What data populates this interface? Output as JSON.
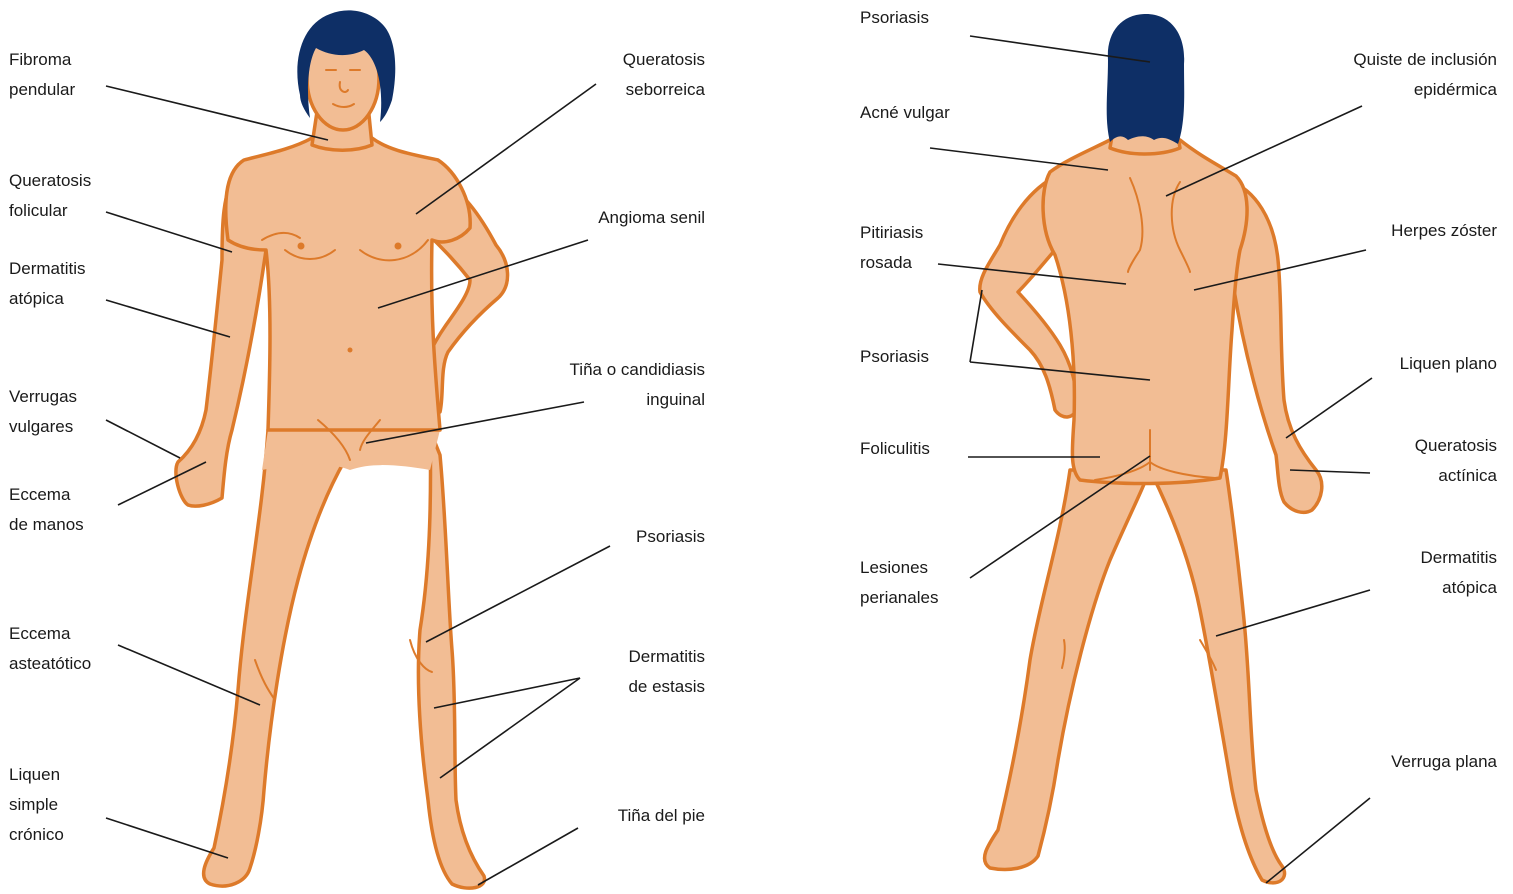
{
  "colors": {
    "skin": "#f2bd94",
    "outline": "#dd7a2a",
    "hair": "#0e2f66",
    "leader": "#1a1a1a"
  },
  "front": {
    "labels": [
      {
        "id": "fibroma",
        "lines": [
          "Fibroma",
          "pendular"
        ]
      },
      {
        "id": "queratosis-folicular",
        "lines": [
          "Queratosis",
          "folicular"
        ]
      },
      {
        "id": "dermatitis-atopica",
        "lines": [
          "Dermatitis",
          "atópica"
        ]
      },
      {
        "id": "verrugas",
        "lines": [
          "Verrugas",
          "vulgares"
        ]
      },
      {
        "id": "eccema-manos",
        "lines": [
          "Eccema",
          "de manos"
        ]
      },
      {
        "id": "eccema-asteatotico",
        "lines": [
          "Eccema",
          "asteatótico"
        ]
      },
      {
        "id": "liquen-simple",
        "lines": [
          "Liquen",
          "simple",
          "crónico"
        ]
      },
      {
        "id": "queratosis-seborreica",
        "lines": [
          "Queratosis",
          "seborreica"
        ]
      },
      {
        "id": "angioma",
        "lines": [
          "Angioma senil"
        ]
      },
      {
        "id": "tina-inguinal",
        "lines": [
          "Tiña o candidiasis",
          "inguinal"
        ]
      },
      {
        "id": "psoriasis",
        "lines": [
          "Psoriasis"
        ]
      },
      {
        "id": "dermatitis-estasis",
        "lines": [
          "Dermatitis",
          "de estasis"
        ]
      },
      {
        "id": "tina-pie",
        "lines": [
          "Tiña del pie"
        ]
      }
    ]
  },
  "back": {
    "labels": [
      {
        "id": "psoriasis-scalp",
        "lines": [
          "Psoriasis"
        ]
      },
      {
        "id": "acne",
        "lines": [
          "Acné vulgar"
        ]
      },
      {
        "id": "pitiriasis",
        "lines": [
          "Pitiriasis",
          "rosada"
        ]
      },
      {
        "id": "psoriasis-elbow",
        "lines": [
          "Psoriasis"
        ]
      },
      {
        "id": "foliculitis",
        "lines": [
          "Foliculitis"
        ]
      },
      {
        "id": "lesiones",
        "lines": [
          "Lesiones",
          "perianales"
        ]
      },
      {
        "id": "quiste",
        "lines": [
          "Quiste de inclusión",
          "epidérmica"
        ]
      },
      {
        "id": "herpes",
        "lines": [
          "Herpes zóster"
        ]
      },
      {
        "id": "liquen-plano",
        "lines": [
          "Liquen plano"
        ]
      },
      {
        "id": "queratosis-actinica",
        "lines": [
          "Queratosis",
          "actínica"
        ]
      },
      {
        "id": "dermatitis-atopica-back",
        "lines": [
          "Dermatitis",
          "atópica"
        ]
      },
      {
        "id": "verruga-plana",
        "lines": [
          "Verruga plana"
        ]
      }
    ]
  }
}
